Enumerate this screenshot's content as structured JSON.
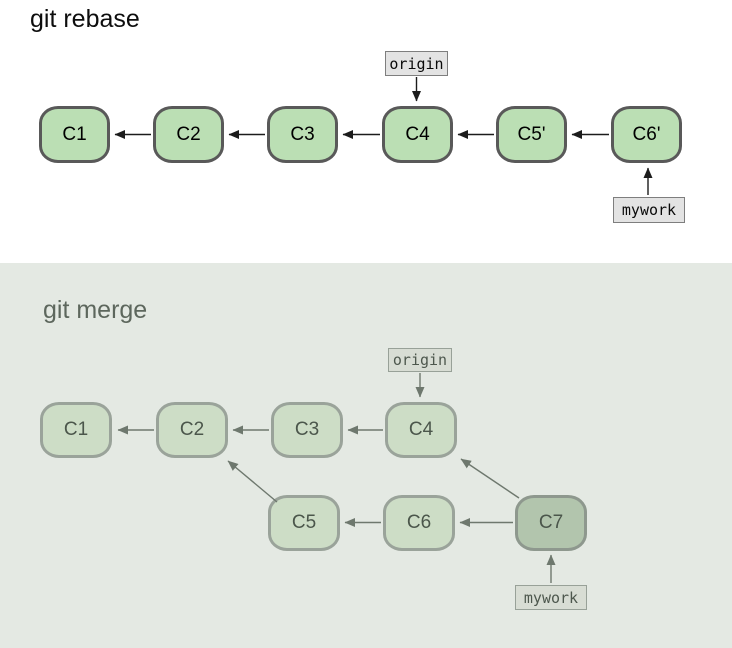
{
  "rebase": {
    "title": "git rebase",
    "origin_label": "origin",
    "mywork_label": "mywork",
    "commits": [
      "C1",
      "C2",
      "C3",
      "C4",
      "C5'",
      "C6'"
    ],
    "edges": [
      "C2→C1",
      "C3→C2",
      "C4→C3",
      "C5'→C4",
      "C6'→C5'",
      "origin→C4",
      "mywork→C6'"
    ]
  },
  "merge": {
    "title": "git merge",
    "origin_label": "origin",
    "mywork_label": "mywork",
    "main_commits": [
      "C1",
      "C2",
      "C3",
      "C4"
    ],
    "branch_commits": [
      "C5",
      "C6",
      "C7"
    ],
    "merge_commit": "C7",
    "edges": [
      "C2→C1",
      "C3→C2",
      "C4→C3",
      "C5→C2",
      "C6→C5",
      "C7→C6",
      "C7→C4",
      "origin→C4",
      "mywork→C7"
    ]
  },
  "colors": {
    "rebase_node_fill": "#bbdfb4",
    "rebase_node_border": "#595959",
    "rebase_arrow": "#1c1c1c",
    "merge_node_fill": "#cdddc6",
    "merge_node_border": "#9aa39a",
    "merge_commit_fill": "#b2c5ad",
    "merge_arrow": "#6e786e",
    "merge_panel_bg": "#e4e9e3",
    "ref_label_bg": "#e3e3e3"
  }
}
